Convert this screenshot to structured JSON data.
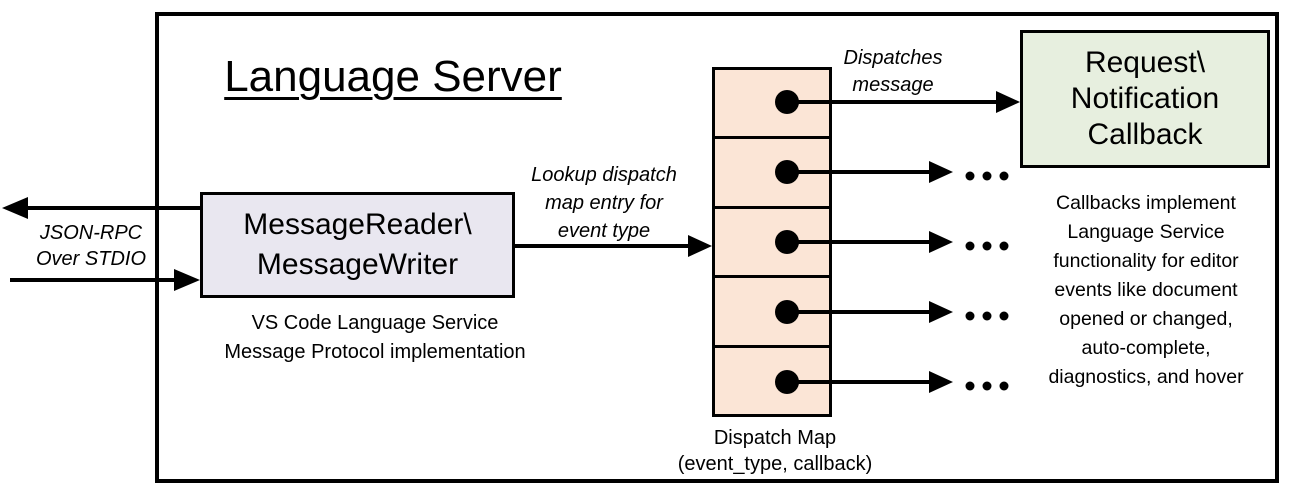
{
  "title": "Language Server",
  "message_reader": {
    "line1": "MessageReader\\",
    "line2": "MessageWriter",
    "caption1": "VS Code Language Service",
    "caption2": "Message Protocol implementation"
  },
  "dispatch_map": {
    "caption1": "Dispatch Map",
    "caption2": "(event_type, callback)",
    "cell_count": 5
  },
  "callback_box": {
    "line1": "Request\\",
    "line2": "Notification",
    "line3": "Callback",
    "note": [
      "Callbacks implement",
      "Language Service",
      "functionality for editor",
      "events like document",
      "opened or changed,",
      "auto-complete,",
      "diagnostics, and hover"
    ]
  },
  "labels": {
    "json_rpc_line1": "JSON-RPC",
    "json_rpc_line2": "Over STDIO",
    "lookup_line1": "Lookup dispatch",
    "lookup_line2": "map entry for",
    "lookup_line3": "event type",
    "dispatches_line1": "Dispatches",
    "dispatches_line2": "message"
  },
  "colors": {
    "reader_fill": "#e9e7f0",
    "map_fill": "#fbe5d6",
    "callback_fill": "#e7efdf",
    "line": "#000000",
    "background": "#ffffff"
  }
}
